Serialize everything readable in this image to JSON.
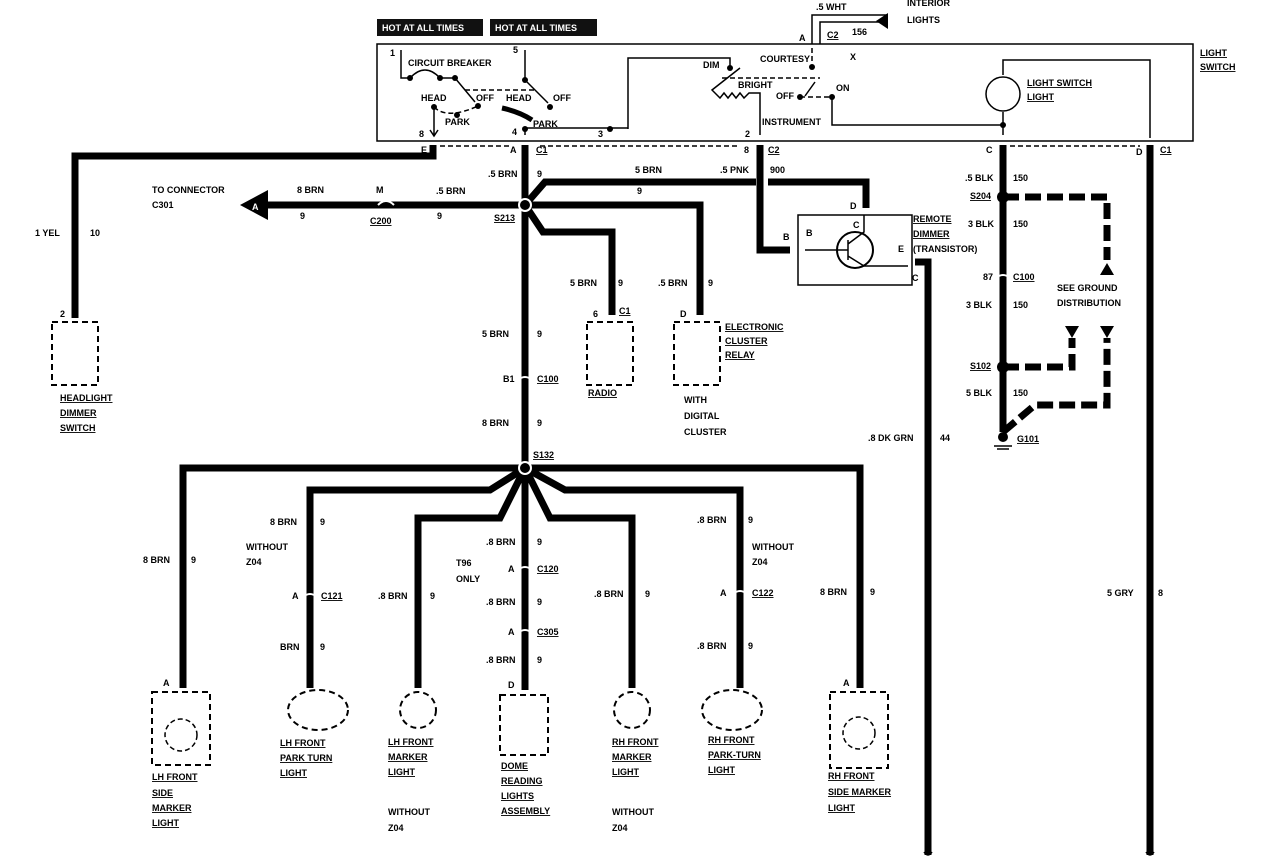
{
  "header": {
    "hot_1": "HOT AT ALL TIMES",
    "hot_2": "HOT AT ALL TIMES"
  },
  "interior": {
    "wire": ".5 WHT",
    "circuit": "156",
    "label_1": "INTERIOR",
    "label_2": "LIGHTS",
    "pin": "A",
    "conn": "C2"
  },
  "light_switch": {
    "title_1": "LIGHT",
    "title_2": "SWITCH",
    "pin_1": "1",
    "pin_5": "5",
    "circuit_breaker": "CIRCUIT BREAKER",
    "head_1": "HEAD",
    "off_1": "OFF",
    "head_2": "HEAD",
    "off_2": "OFF",
    "park_1": "PARK",
    "park_2": "PARK",
    "pin_8": "8",
    "pin_4": "4",
    "pin_3": "3",
    "pin_2": "2",
    "dim": "DIM",
    "bright": "BRIGHT",
    "courtesy": "COURTESY",
    "x": "X",
    "off_3": "OFF",
    "on": "ON",
    "instrument": "INSTRUMENT",
    "lamp_1": "LIGHT SWITCH",
    "lamp_2": "LIGHT",
    "out_e": "E",
    "out_a": "A",
    "out_c1": "C1",
    "out_8": "8",
    "out_c2": "C2",
    "out_c": "C",
    "out_d": "D",
    "out_c1b": "C1"
  },
  "headlight_dimmer": {
    "wire": "1 YEL",
    "circuit": "10",
    "pin": "2",
    "name_1": "HEADLIGHT",
    "name_2": "DIMMER",
    "name_3": "SWITCH"
  },
  "feed": {
    "main_wire": ".5 BRN",
    "main_circuit": "9",
    "splice": "S213",
    "to_1": "TO CONNECTOR",
    "to_2": "C301",
    "arrow": "A",
    "w1": "8 BRN",
    "c1": "9",
    "pin_m": "M",
    "c200": "C200",
    "w2": ".5 BRN",
    "c2": "9",
    "upper_wire": "5 BRN",
    "upper_circuit": "9",
    "radio_wire": "5 BRN",
    "radio_circuit": "9",
    "radio_pin": "6",
    "radio_conn": "C1",
    "radio": "RADIO",
    "relay_wire": ".5 BRN",
    "relay_circuit": "9",
    "relay_pin": "D",
    "relay_1": "ELECTRONIC",
    "relay_2": "CLUSTER",
    "relay_3": "RELAY",
    "with_1": "WITH",
    "with_2": "DIGITAL",
    "with_3": "CLUSTER",
    "w3": "5 BRN",
    "c3": "9",
    "b1": "B1",
    "c100": "C100",
    "w4": "8 BRN",
    "c4": "9",
    "s132": "S132"
  },
  "dimmer": {
    "wire": ".5 PNK",
    "circuit": "900",
    "pin_b_out": "B",
    "pin_b": "B",
    "pin_c": "C",
    "pin_e": "E",
    "pin_d": "D",
    "pin_c_out": "C",
    "name_1": "REMOTE",
    "name_2": "DIMMER",
    "name_3": "(TRANSISTOR)",
    "out_wire": ".8 DK GRN",
    "out_circuit": "44"
  },
  "ground": {
    "w1": ".5 BLK",
    "c1": "150",
    "s204": "S204",
    "w2": "3 BLK",
    "c2": "150",
    "pin_87": "87",
    "c100": "C100",
    "w3": "3 BLK",
    "c3": "150",
    "s102": "S102",
    "w4": "5 BLK",
    "c4": "150",
    "g101": "G101",
    "see_1": "SEE GROUND",
    "see_2": "DISTRIBUTION"
  },
  "gray": {
    "wire": "5 GRY",
    "circuit": "8"
  },
  "loads": {
    "lh_side": {
      "wire": "8 BRN",
      "circuit": "9",
      "pin": "A",
      "n1": "LH FRONT",
      "n2": "SIDE",
      "n3": "MARKER",
      "n4": "LIGHT"
    },
    "lh_park": {
      "w1": "8 BRN",
      "c1": "9",
      "opt_1": "WITHOUT",
      "opt_2": "Z04",
      "pin": "A",
      "conn": "C121",
      "w2": "BRN",
      "c2": "9",
      "n1": "LH FRONT",
      "n2": "PARK TURN",
      "n3": "LIGHT"
    },
    "lh_marker": {
      "wire": ".8 BRN",
      "circuit": "9",
      "n1": "LH FRONT",
      "n2": "MARKER",
      "n3": "LIGHT",
      "opt_1": "WITHOUT",
      "opt_2": "Z04"
    },
    "dome": {
      "w1": ".8 BRN",
      "c1": "9",
      "opt_1": "T96",
      "opt_2": "ONLY",
      "pin1": "A",
      "conn1": "C120",
      "w2": ".8 BRN",
      "c2": "9",
      "pin2": "A",
      "conn2": "C305",
      "w3": ".8 BRN",
      "c3": "9",
      "pin3": "D",
      "n1": "DOME",
      "n2": "READING",
      "n3": "LIGHTS",
      "n4": "ASSEMBLY"
    },
    "rh_marker": {
      "wire": ".8 BRN",
      "circuit": "9",
      "n1": "RH FRONT",
      "n2": "MARKER",
      "n3": "LIGHT",
      "opt_1": "WITHOUT",
      "opt_2": "Z04"
    },
    "rh_park": {
      "w1": ".8 BRN",
      "c1": "9",
      "opt_1": "WITHOUT",
      "opt_2": "Z04",
      "pin": "A",
      "conn": "C122",
      "w2": ".8 BRN",
      "c2": "9",
      "n1": "RH FRONT",
      "n2": "PARK-TURN",
      "n3": "LIGHT"
    },
    "rh_side": {
      "wire": "8 BRN",
      "circuit": "9",
      "pin": "A",
      "n1": "RH FRONT",
      "n2": "SIDE MARKER",
      "n3": "LIGHT"
    }
  }
}
